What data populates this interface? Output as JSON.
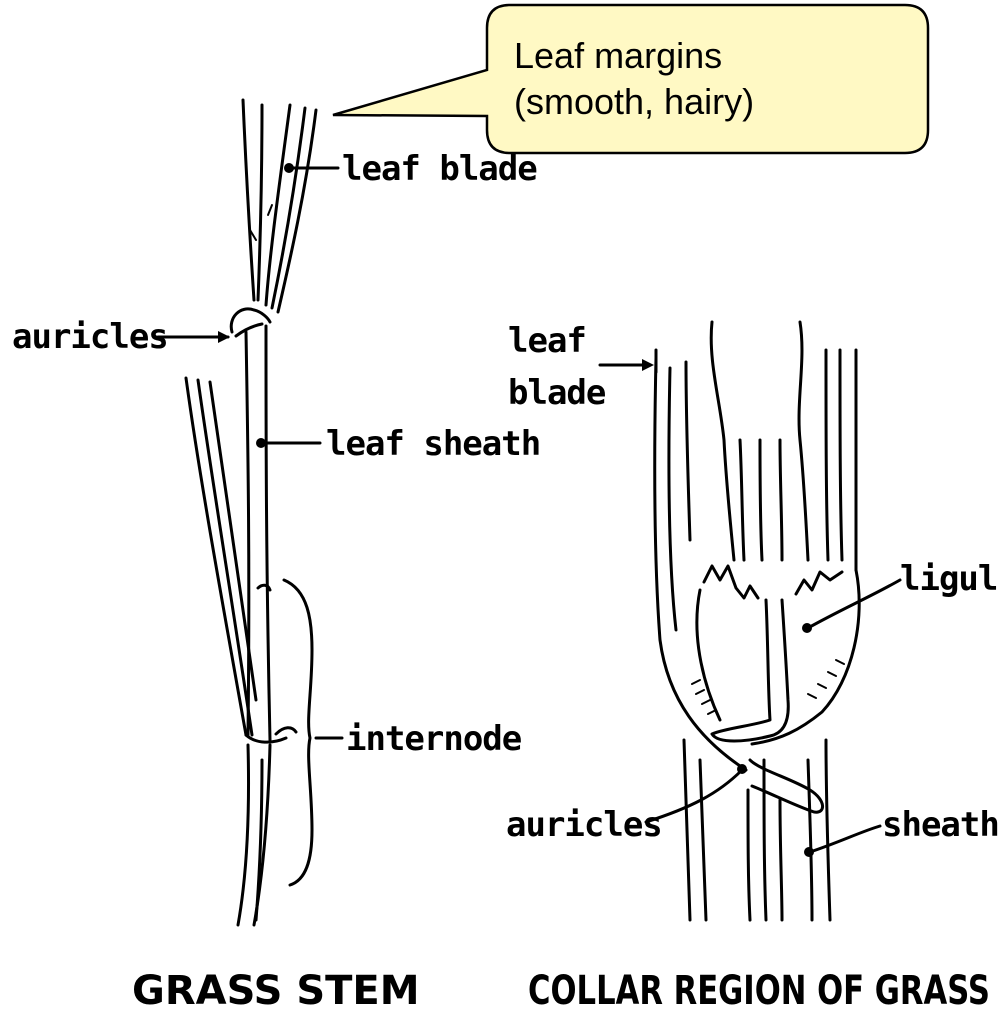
{
  "callout": {
    "line1": "Leaf margins",
    "line2": "(smooth, hairy)",
    "fill": "#fff9c4",
    "border": "#000000"
  },
  "stem_labels": {
    "leaf_blade": "leaf blade",
    "auricles": "auricles",
    "leaf_sheath": "leaf sheath",
    "internode": "internode"
  },
  "collar_labels": {
    "leaf": "leaf",
    "blade": "blade",
    "ligule": "ligule",
    "auricles": "auricles",
    "sheath": "sheath"
  },
  "captions": {
    "left": "GRASS STEM",
    "right": "COLLAR REGION OF GRASS"
  }
}
